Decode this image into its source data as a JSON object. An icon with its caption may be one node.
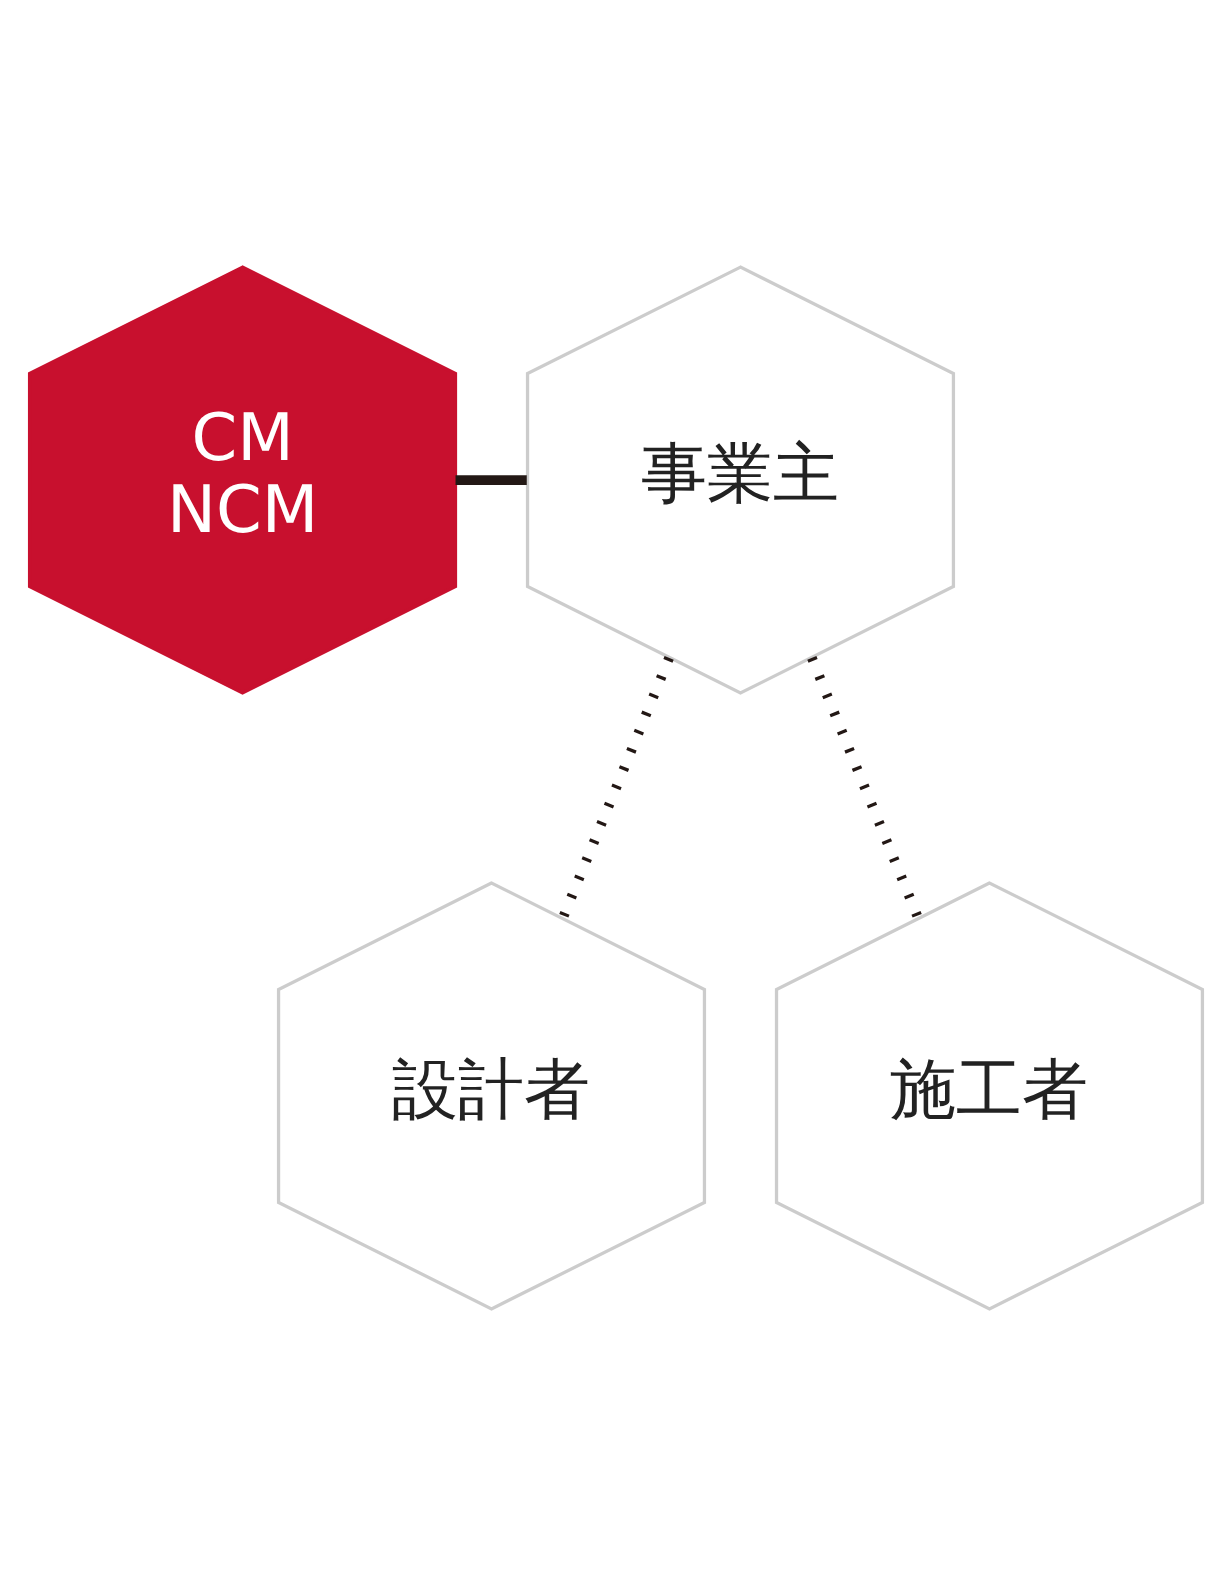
{
  "diagram": {
    "nodes": [
      {
        "text": [
          "CM",
          "NCM"
        ]
      },
      {
        "text": [
          "事業主"
        ]
      },
      {
        "text": [
          "設計者"
        ]
      },
      {
        "text": [
          "施工者"
        ]
      }
    ],
    "edges": [
      {
        "from": 0,
        "to": 1,
        "arrow": "none"
      },
      {
        "from": 1,
        "to": 2,
        "arrow": "none",
        "style": "dashed"
      },
      {
        "from": 1,
        "to": 3,
        "arrow": "none",
        "style": "dashed"
      }
    ]
  }
}
